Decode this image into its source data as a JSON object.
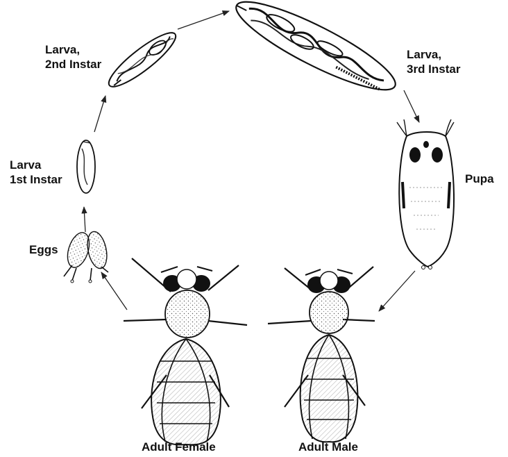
{
  "diagram": {
    "labels": {
      "larva2": "Larva,\n2nd Instar",
      "larva3": "Larva,\n3rd Instar",
      "larva1": "Larva\n1st Instar",
      "pupa": "Pupa",
      "eggs": "Eggs",
      "female": "Adult Female",
      "male": "Adult Male"
    }
  }
}
